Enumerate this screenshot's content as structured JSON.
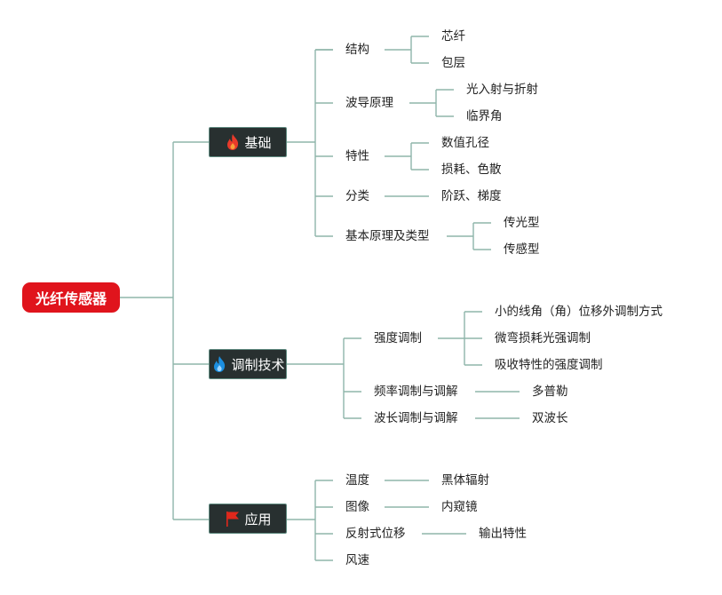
{
  "root": {
    "label": "光纤传感器",
    "color": "#e0141c"
  },
  "branches": [
    {
      "label": "基础",
      "icon": "fire-icon",
      "icon_color": "#e83a2a",
      "children": [
        {
          "label": "结构",
          "children": [
            "芯纤",
            "包层"
          ]
        },
        {
          "label": "波导原理",
          "children": [
            "光入射与折射",
            "临界角"
          ]
        },
        {
          "label": "特性",
          "children": [
            "数值孔径",
            "损耗、色散"
          ]
        },
        {
          "label": "分类",
          "children": [
            "阶跃、梯度"
          ]
        },
        {
          "label": "基本原理及类型",
          "children": [
            "传光型",
            "传感型"
          ]
        }
      ]
    },
    {
      "label": "调制技术",
      "icon": "blue-flame-icon",
      "icon_color": "#1c8fe0",
      "children": [
        {
          "label": "强度调制",
          "children": [
            "小的线角（角）位移外调制方式",
            "微弯损耗光强调制",
            "吸收特性的强度调制"
          ]
        },
        {
          "label": "频率调制与调解",
          "children": [
            "多普勒"
          ]
        },
        {
          "label": "波长调制与调解",
          "children": [
            "双波长"
          ]
        }
      ]
    },
    {
      "label": "应用",
      "icon": "flag-icon",
      "icon_color": "#e0281c",
      "children": [
        {
          "label": "温度",
          "children": [
            "黑体辐射"
          ]
        },
        {
          "label": "图像",
          "children": [
            "内窥镜"
          ]
        },
        {
          "label": "反射式位移",
          "children": [
            "输出特性"
          ]
        },
        {
          "label": "风速",
          "children": []
        }
      ]
    }
  ]
}
